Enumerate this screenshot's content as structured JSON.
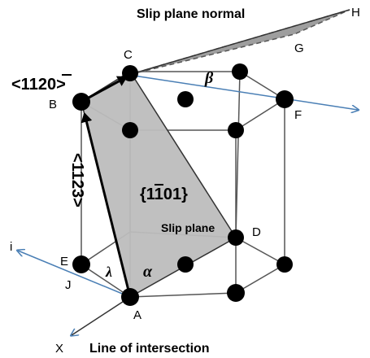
{
  "colors": {
    "slip_plane_fill": "#bdbdbd",
    "normal_plane_fill": "#9e9e9e",
    "axis_arrow": "#4a7fb5",
    "atom": "#000000",
    "lattice_line": "#555555"
  },
  "labels": {
    "slip_plane_normal": "Slip plane normal",
    "slip_plane": "Slip plane",
    "line_of_intersection": "Line of intersection",
    "plane_index": "{1101}",
    "direction_1120": "<1120>",
    "direction_1123": "<1123>",
    "beta": "β",
    "alpha": "α",
    "lambda": "λ"
  },
  "points": {
    "A": "A",
    "B": "B",
    "C": "C",
    "D": "D",
    "E": "E",
    "F": "F",
    "G": "G",
    "H": "H",
    "J": "J",
    "X": "X",
    "i": "i"
  },
  "icons": {
    "atom": "filled-circle",
    "direction_arrow": "arrow"
  }
}
